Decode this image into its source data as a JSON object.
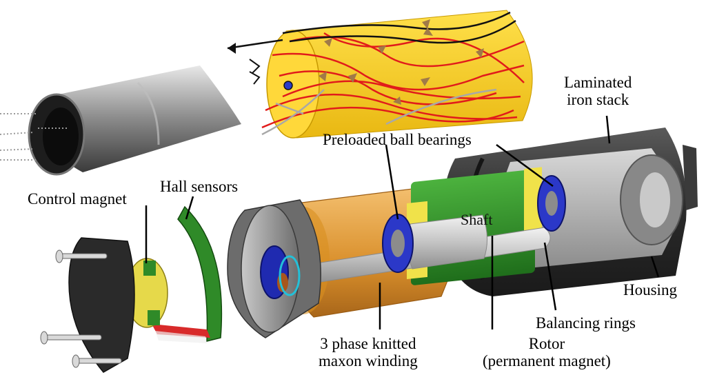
{
  "labels": {
    "laminated_iron_stack": [
      "Laminated",
      "iron stack"
    ],
    "preloaded_ball_bearings": "Preloaded ball bearings",
    "hall_sensors": "Hall sensors",
    "control_magnet": "Control magnet",
    "shaft": "Shaft",
    "housing": "Housing",
    "balancing_rings": "Balancing rings",
    "winding": [
      "3 phase knitted",
      "maxon winding"
    ],
    "rotor": [
      "Rotor",
      "(permanent magnet)"
    ]
  },
  "colors": {
    "winding_yellow": "#f2c21b",
    "copper_orange": "#e7a23a",
    "rotor_green": "#2f9a2a",
    "bearing_blue": "#2b38c8",
    "housing_dark": "#2d2d2d",
    "shaft_grey": "#cfcfcf",
    "field_red": "#e11b1b"
  }
}
